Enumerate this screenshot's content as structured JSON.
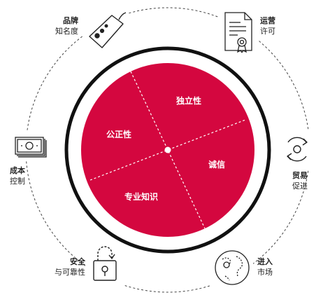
{
  "center": {
    "quadrants": {
      "independence": "独立性",
      "fairness": "公正性",
      "integrity": "诚信",
      "expertise": "专业知识"
    },
    "fill_color": "#d4073f"
  },
  "outer_items": {
    "brand": {
      "title": "品牌",
      "subtitle": "知名度",
      "icon": "price-tag-icon"
    },
    "operations": {
      "title": "运营",
      "subtitle": "许可",
      "icon": "certificate-icon"
    },
    "trade": {
      "title": "贸易",
      "subtitle": "促进",
      "icon": "cycle-arrows-icon"
    },
    "market": {
      "title": "进入",
      "subtitle": "市场",
      "icon": "globe-pin-icon"
    },
    "security": {
      "title": "安全",
      "subtitle": "与可靠性",
      "icon": "padlock-icon"
    },
    "cost": {
      "title": "成本",
      "subtitle": "控制",
      "icon": "banknotes-icon"
    }
  }
}
